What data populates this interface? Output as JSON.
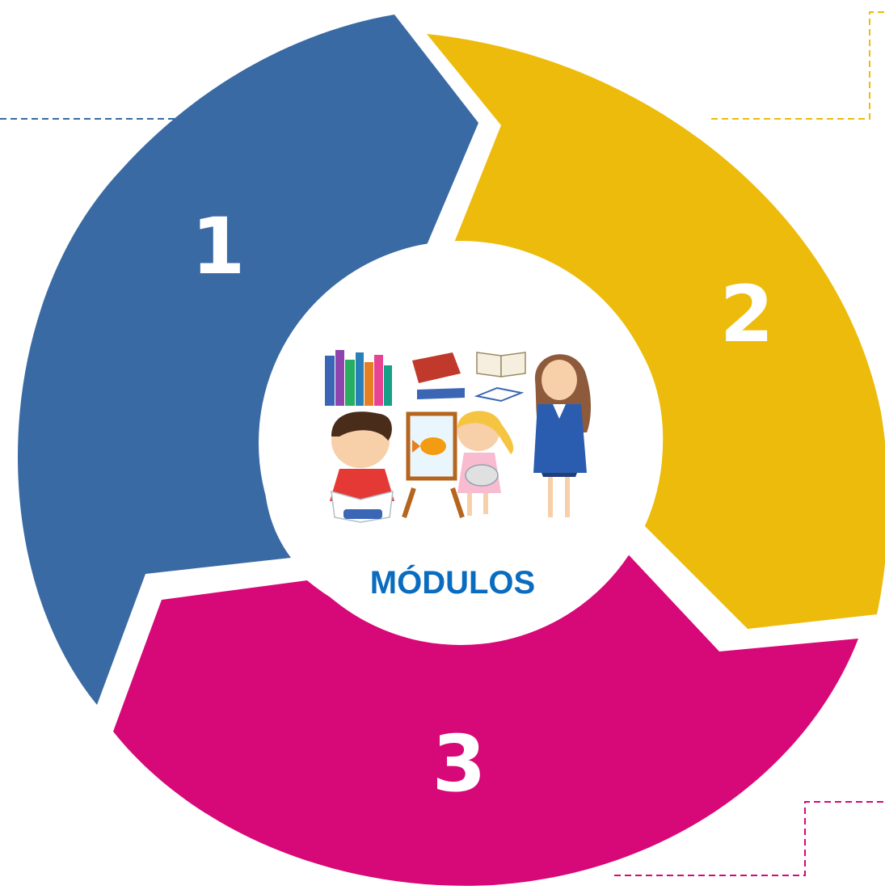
{
  "diagram": {
    "center_title": "MÓDULOS",
    "center_title_color": "#0a6cbf",
    "center_illustration": "classroom-illustration",
    "segments": [
      {
        "label": "1",
        "color": "#3a6aa3"
      },
      {
        "label": "2",
        "color": "#edbb0b"
      },
      {
        "label": "3",
        "color": "#d70877"
      }
    ],
    "connector_colors": {
      "blue": "#3a6aa3",
      "yellow": "#edbb0b",
      "pink": "#d70877"
    }
  }
}
